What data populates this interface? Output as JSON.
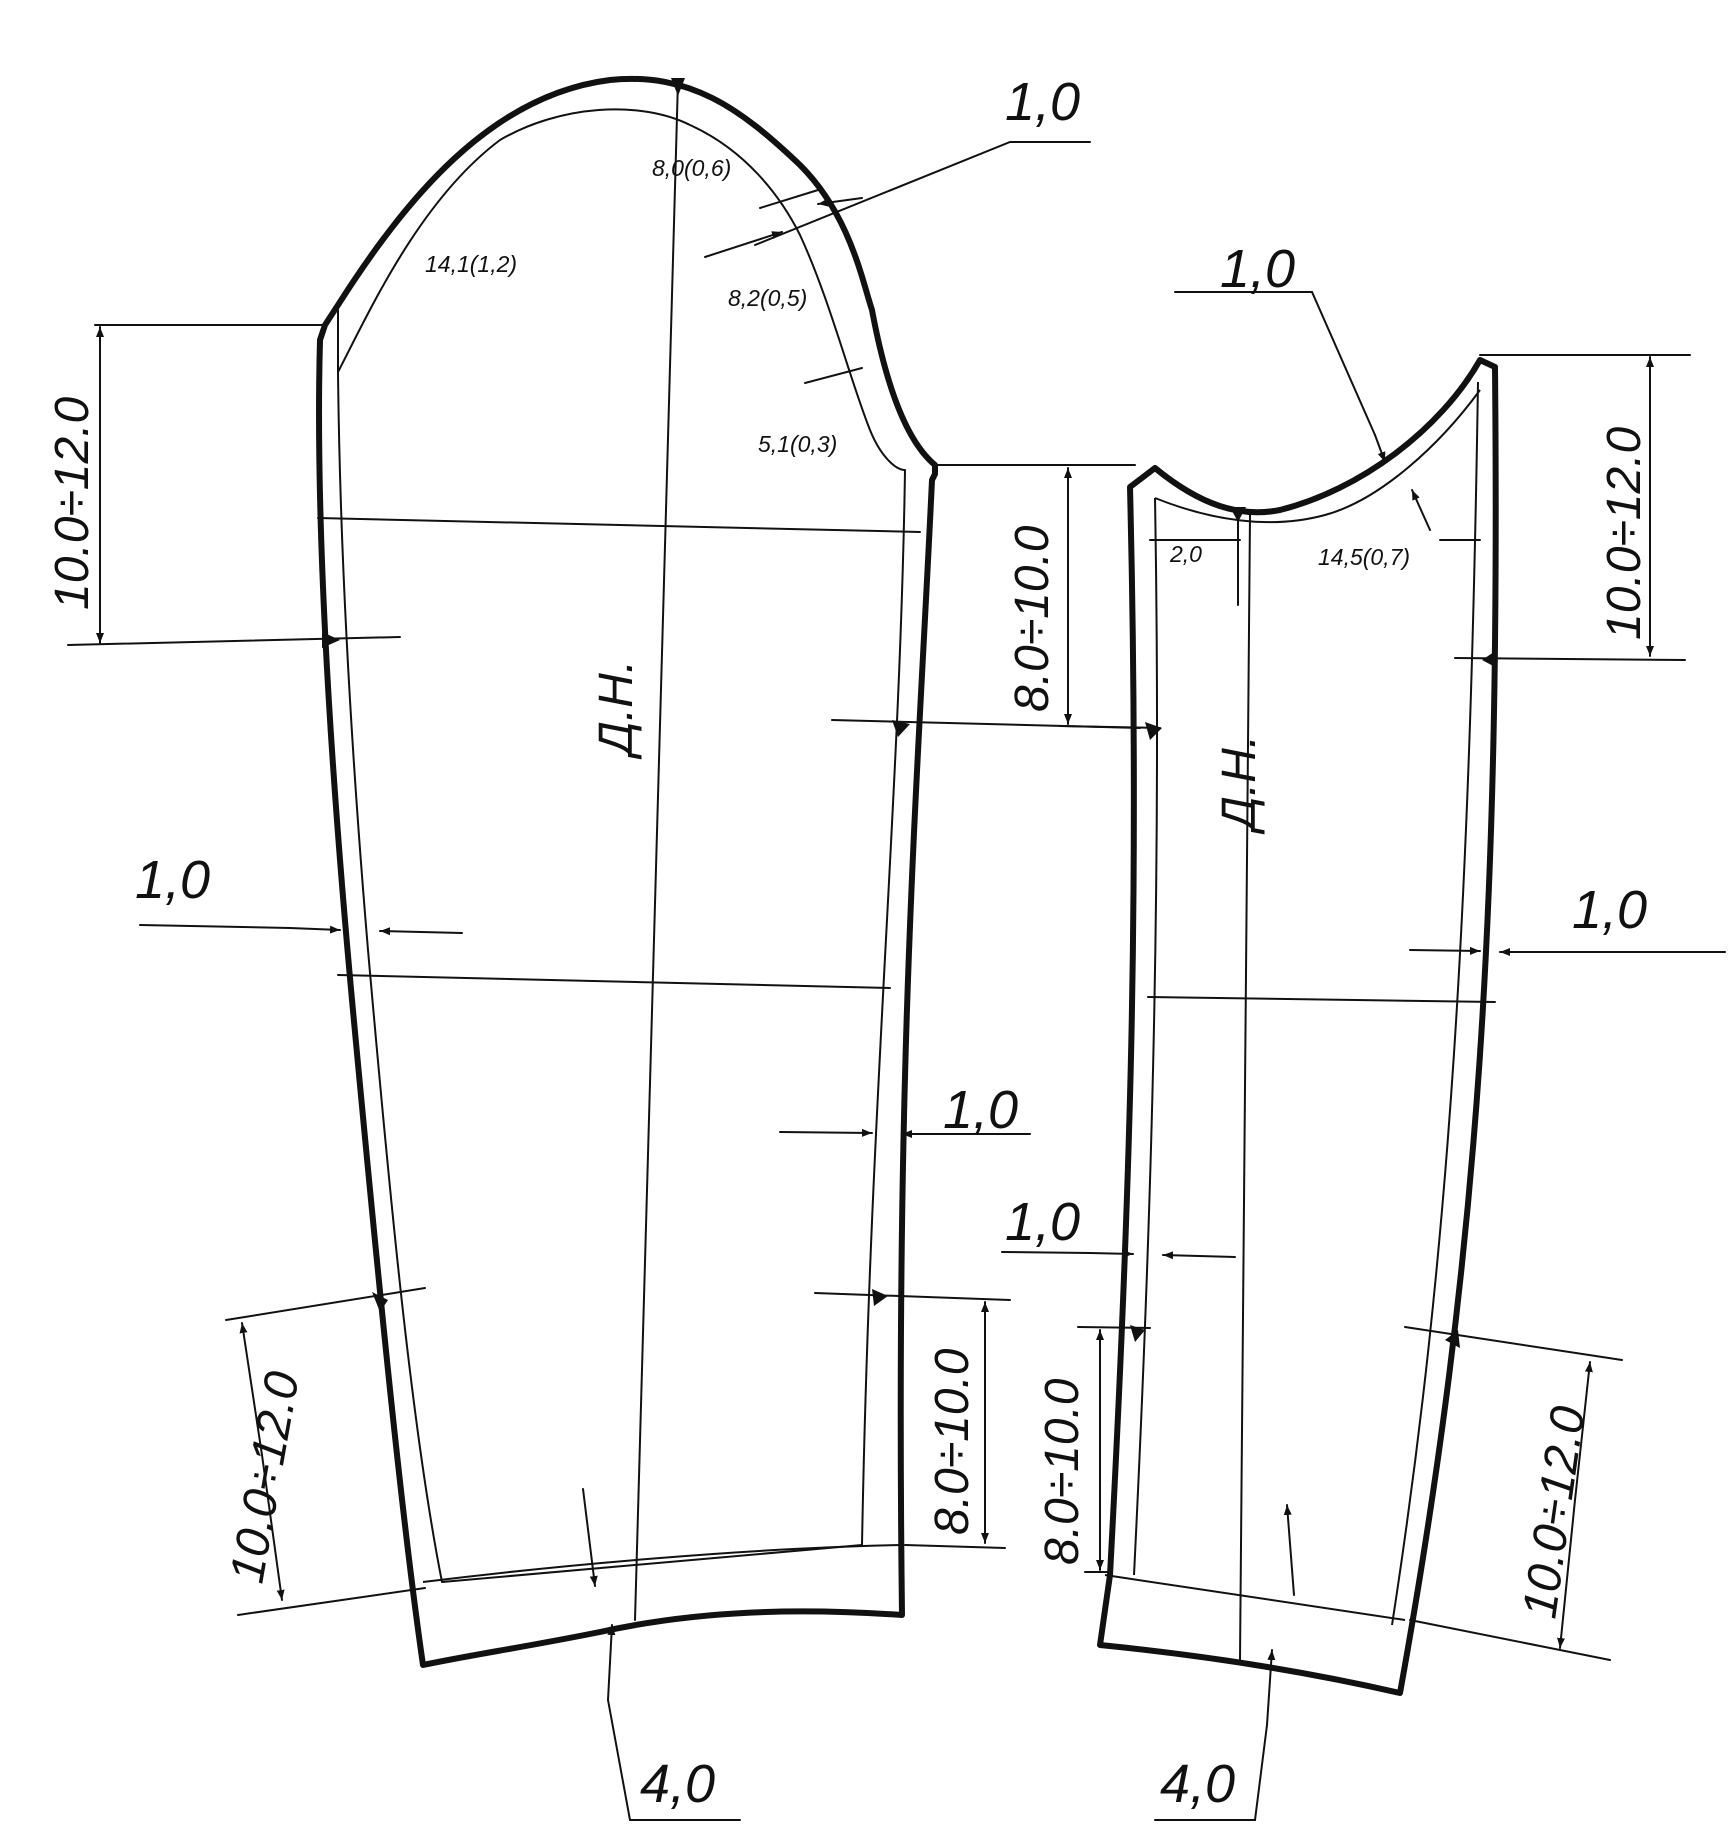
{
  "pattern": {
    "upper_sleeve": {
      "grain_label": "Д.Н.",
      "cap_labels": [
        "8,0(0,6)",
        "14,1(1,2)",
        "8,2(0,5)",
        "5,1(0,3)"
      ],
      "allowance_cap": "1,0",
      "allowance_front": "1,0",
      "allowance_back": "1,0",
      "range_top_left": "10.0÷12.0",
      "range_elbow": "8.0÷10.0",
      "range_bottom_left": "10.0÷12.0",
      "range_bottom_right": "8.0÷10.0",
      "hem_allowance": "4,0"
    },
    "under_sleeve": {
      "grain_label": "Д.Н.",
      "cap_labels": [
        "2,0",
        "14,5(0,7)"
      ],
      "allowance_cap": "1,0",
      "allowance_back": "1,0",
      "allowance_front": "1,0",
      "range_top_right": "10.0÷12.0",
      "range_bottom_left": "8.0÷10.0",
      "range_bottom_right": "10.0÷12.0",
      "hem_allowance": "4,0"
    }
  }
}
